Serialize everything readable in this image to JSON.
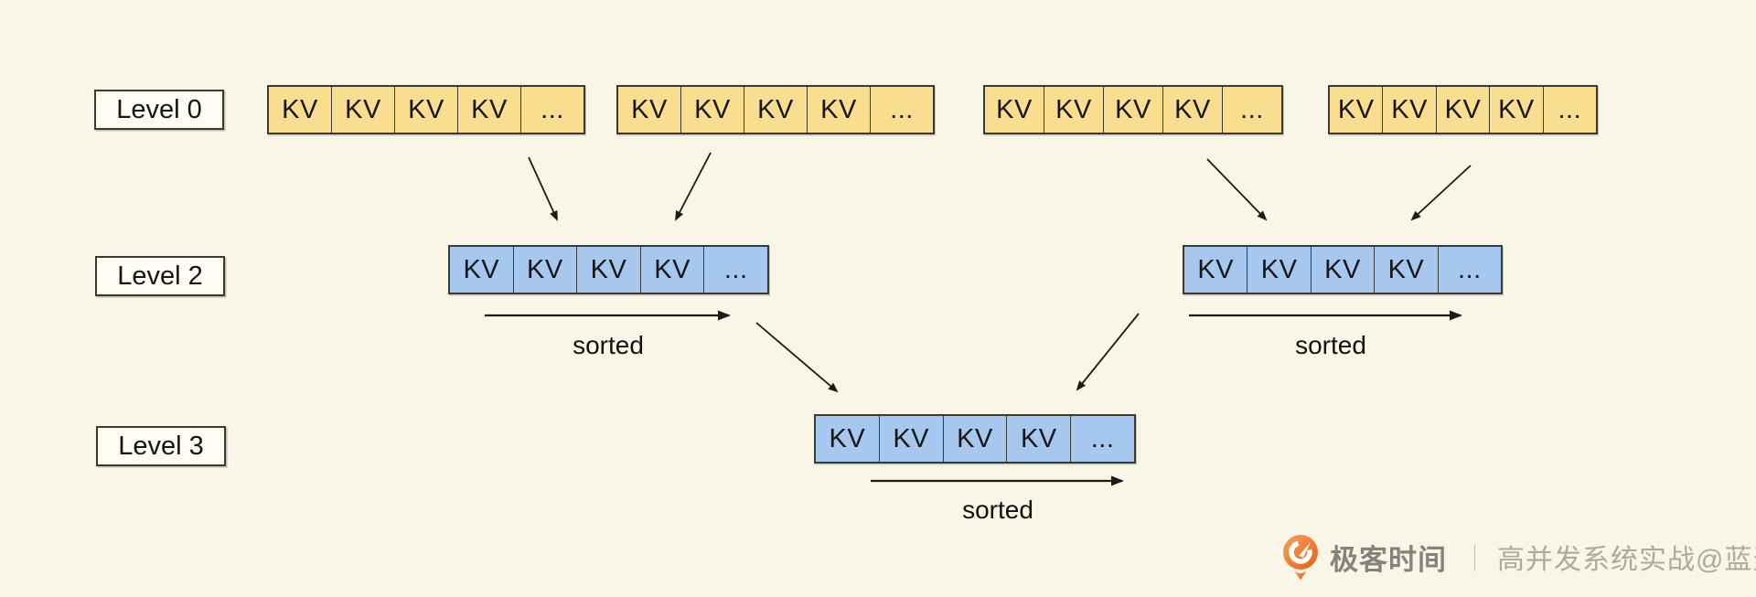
{
  "diagram": {
    "levels": [
      {
        "id": "level0",
        "label": "Level 0"
      },
      {
        "id": "level2",
        "label": "Level 2"
      },
      {
        "id": "level3",
        "label": "Level 3"
      }
    ],
    "arrays": {
      "l0_1": {
        "cells": [
          "KV",
          "KV",
          "KV",
          "KV",
          "..."
        ]
      },
      "l0_2": {
        "cells": [
          "KV",
          "KV",
          "KV",
          "KV",
          "..."
        ]
      },
      "l0_3": {
        "cells": [
          "KV",
          "KV",
          "KV",
          "KV",
          "..."
        ]
      },
      "l0_4": {
        "cells": [
          "KV",
          "KV",
          "KV",
          "KV",
          "..."
        ]
      },
      "l2_left": {
        "cells": [
          "KV",
          "KV",
          "KV",
          "KV",
          "..."
        ]
      },
      "l2_right": {
        "cells": [
          "KV",
          "KV",
          "KV",
          "KV",
          "..."
        ]
      },
      "l3": {
        "cells": [
          "KV",
          "KV",
          "KV",
          "KV",
          "..."
        ]
      }
    },
    "sorted_label": "sorted",
    "colors": {
      "background": "#F9F6E7",
      "level0_cell_fill": "#F8DE8E",
      "merged_cell_fill": "#A6C8EE",
      "border": "#3A3A32",
      "label_box_fill": "#FEFCF3",
      "arrow": "#1A1A1A"
    }
  },
  "watermark": {
    "brand": "极客时间",
    "divider": "｜",
    "credit": "高并发系统实战@蓝天",
    "logo_color_top": "#F6A45C",
    "logo_color_bottom": "#E85D15"
  }
}
